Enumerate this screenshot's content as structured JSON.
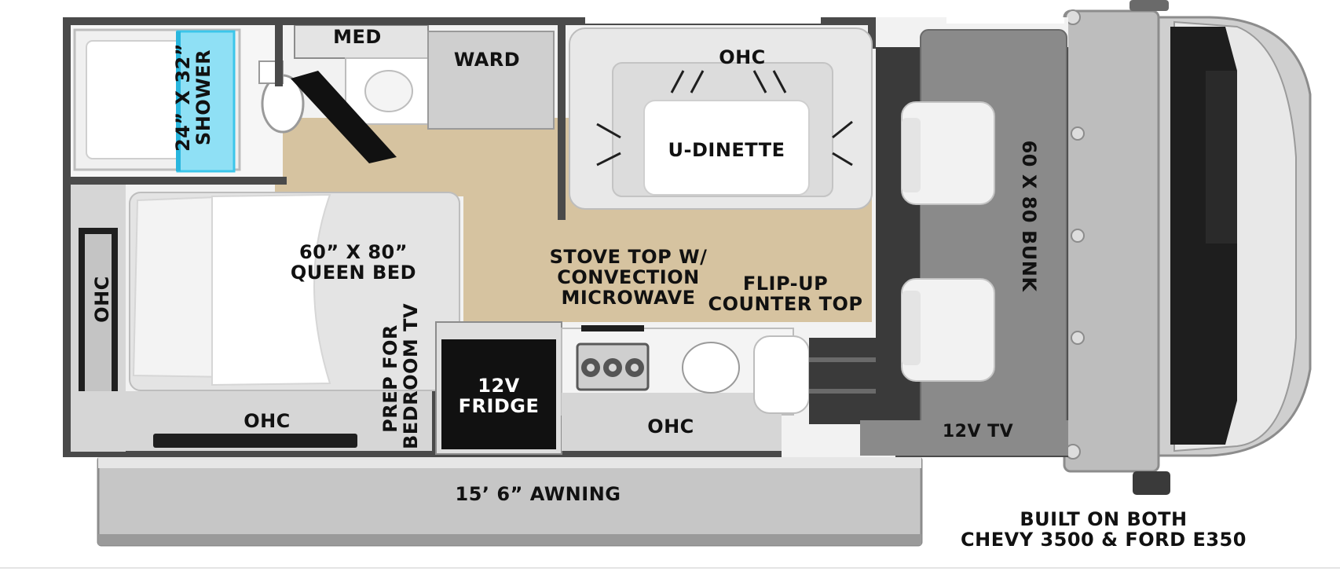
{
  "labels": {
    "shower": [
      "24” X 32”",
      "SHOWER"
    ],
    "med": "MED",
    "ward": "WARD",
    "ohc_dinette": "OHC",
    "dinette": "U-DINETTE",
    "bunk": "60 X 80 BUNK",
    "bed": [
      "60” X 80”",
      "QUEEN BED"
    ],
    "ohc_bedroom_side": "OHC",
    "ohc_bedroom_bottom": "OHC",
    "prep_tv": [
      "PREP FOR",
      "BEDROOM TV"
    ],
    "fridge": [
      "12V",
      "FRIDGE"
    ],
    "stove": [
      "STOVE TOP W/",
      "CONVECTION",
      "MICROWAVE"
    ],
    "flip_counter": [
      "FLIP-UP",
      "COUNTER TOP"
    ],
    "ohc_kitchen": "OHC",
    "tv": "12V TV",
    "awning": "15’ 6” AWNING",
    "built_on": [
      "BUILT ON BOTH",
      "CHEVY 3500 & FORD E350"
    ]
  },
  "colors": {
    "wall": "#4a4a4a",
    "floor": "#d6c3a0",
    "bed": "#e4e4e4",
    "cab": "#8a8a8a",
    "awning": "#c4c4c4",
    "shower_glass": "#8fe0f5",
    "fridge": "#111111"
  }
}
